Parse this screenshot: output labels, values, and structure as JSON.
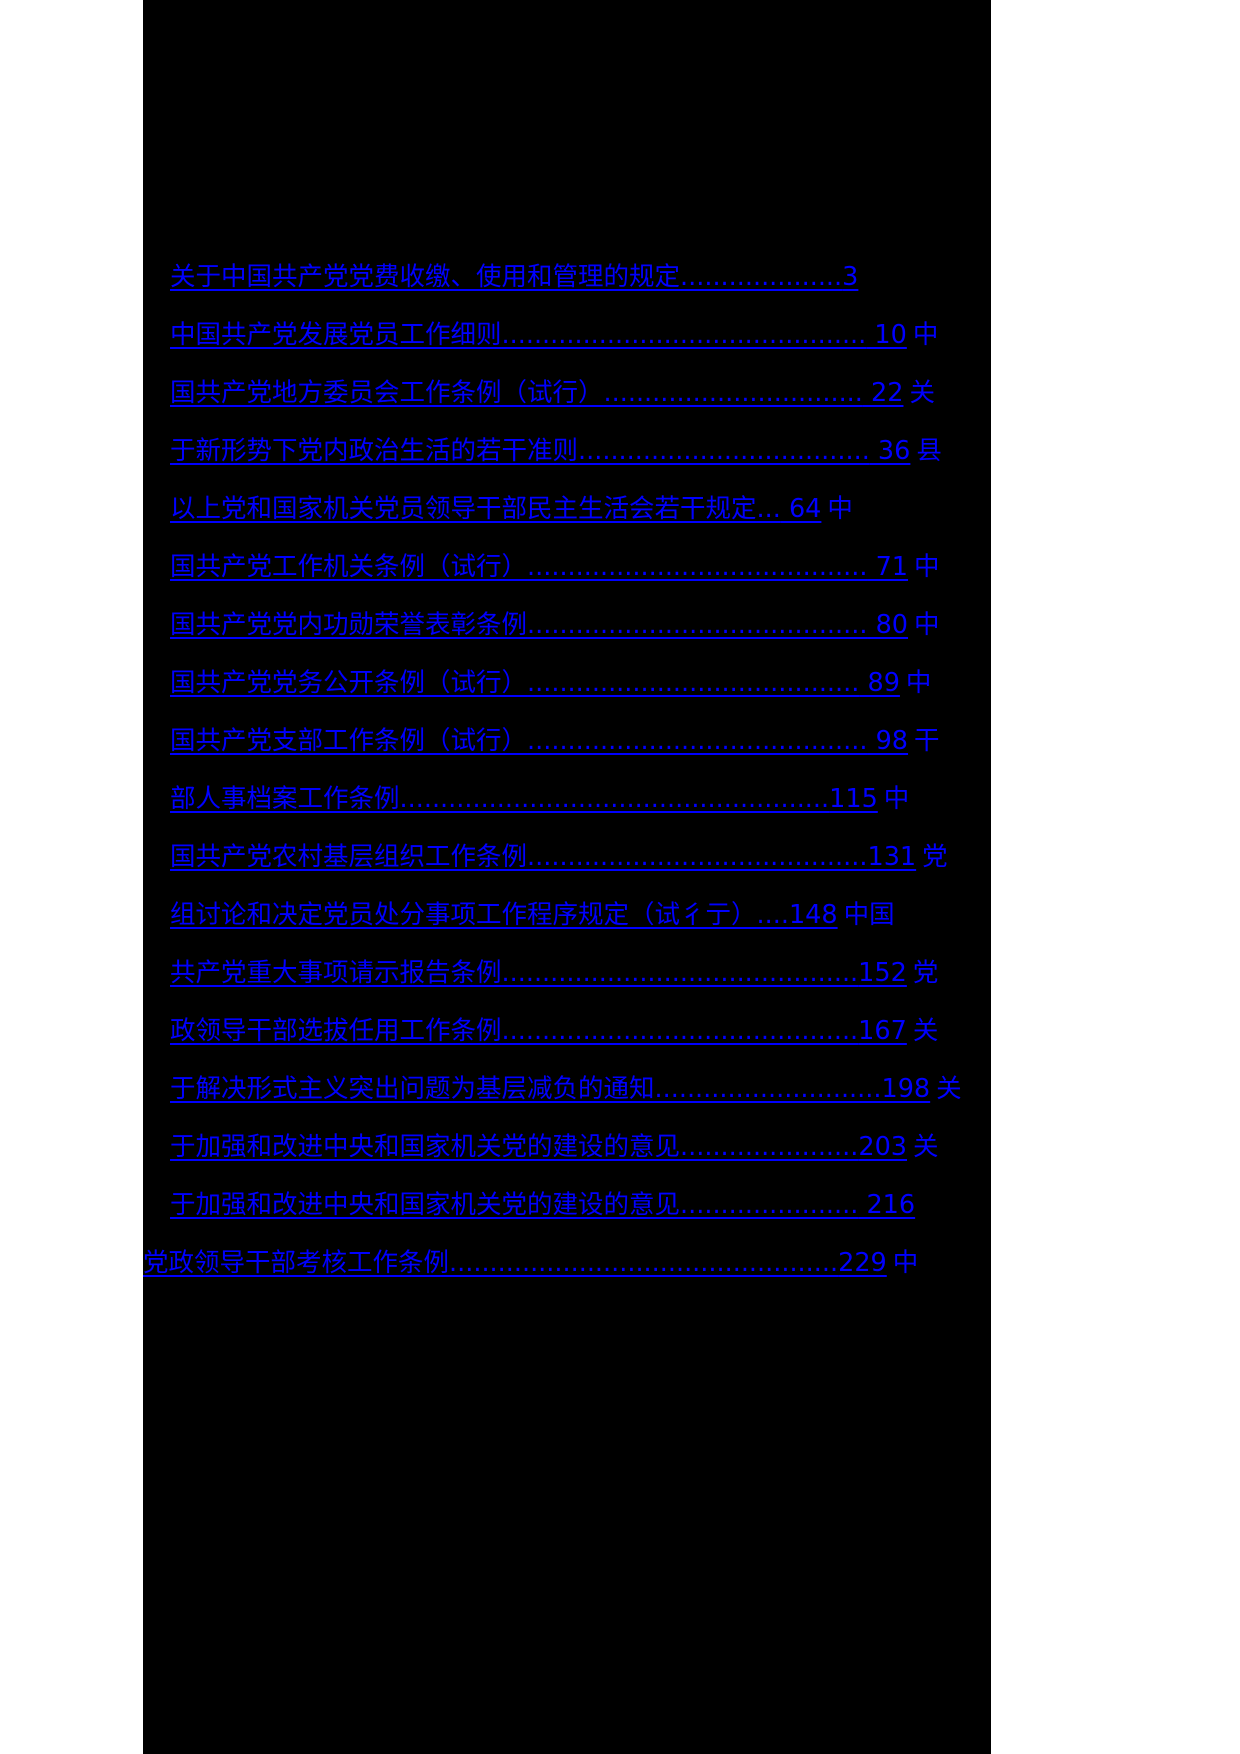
{
  "document": {
    "type": "table-of-contents",
    "page_background": "#000000",
    "text_color": "#0000ff",
    "canvas_background": "#ffffff"
  },
  "toc": {
    "entries": [
      {
        "title": "关于中国共产党党费收缴、使用和管理的规定",
        "leader": "....................",
        "page": "3",
        "tail": ""
      },
      {
        "title": "中国共产党发展党员工作细则",
        "leader": ".............................................",
        "page": " 10",
        "tail": "中"
      },
      {
        "title": "国共产党地方委员会工作条例（试行）",
        "leader": "................................",
        "page": " 22",
        "tail": "关"
      },
      {
        "title": "于新形势下党内政治生活的若干准则",
        "leader": "....................................",
        "page": " 36",
        "tail": "县"
      },
      {
        "title": "以上党和国家机关党员领导干部民主生活会若干规定",
        "leader": "...",
        "page": "  64",
        "tail": "中"
      },
      {
        "title": "国共产党工作机关条例（试行）",
        "leader": "..........................................",
        "page": " 71",
        "tail": "中"
      },
      {
        "title": "国共产党党内功勋荣誉表彰条例",
        "leader": "..........................................",
        "page": " 80",
        "tail": "中"
      },
      {
        "title": "国共产党党务公开条例（试行）",
        "leader": ".........................................",
        "page": " 89",
        "tail": "中"
      },
      {
        "title": "国共产党支部工作条例（试行）",
        "leader": "..........................................",
        "page": " 98",
        "tail": "干"
      },
      {
        "title": "部人事档案工作条例",
        "leader": ".....................................................",
        "page": "115",
        "tail": "中"
      },
      {
        "title": "国共产党农村基层组织工作条例",
        "leader": "..........................................",
        "page": "131",
        "tail": "党"
      },
      {
        "title": "组讨论和决定党员处分事项工作程序规定（试彳亍）",
        "leader": "....",
        "page": "148",
        "tail": "中国"
      },
      {
        "title": "共产党重大事项请示报告条例",
        "leader": "............................................",
        "page": "152",
        "tail": "党"
      },
      {
        "title": "政领导干部选拔任用工作条例",
        "leader": "............................................",
        "page": "167",
        "tail": "关"
      },
      {
        "title": "于解决形式主义突出问题为基层减负的通知",
        "leader": "............................",
        "page": "198",
        "tail": "关"
      },
      {
        "title": "于加强和改进中央和国家机关党的建设的意见",
        "leader": "......................",
        "page": "203",
        "tail": "关"
      },
      {
        "title": "于加强和改进中央和国家机关党的建设的意见",
        "leader": "......................",
        "page": " 216",
        "tail": ""
      },
      {
        "title": "党政领导干部考核工作条例",
        "leader": "................................................",
        "page": "229",
        "tail": "中"
      }
    ]
  }
}
